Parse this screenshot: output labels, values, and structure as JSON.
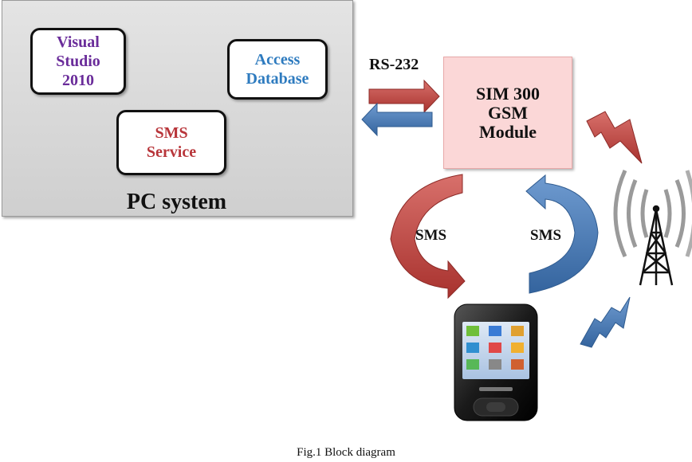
{
  "pc_system": {
    "label": "PC system",
    "visual_studio": "Visual\nStudio\n2010",
    "access_database": "Access\nDatabase",
    "sms_service": "SMS\nService"
  },
  "link": {
    "label": "RS-232"
  },
  "gsm_module": {
    "label": "SIM 300\nGSM\nModule"
  },
  "sms_flows": {
    "left_label": "SMS",
    "right_label": "SMS"
  },
  "caption": "Fig.1 Block diagram",
  "colors": {
    "red_arrow": "#c0504d",
    "blue_arrow": "#4f81bd",
    "gsm_fill": "#fbd7d7",
    "visual_studio_text": "#6a2c9a",
    "access_text": "#2e7bbf",
    "sms_service_text": "#b8353a"
  },
  "icons": [
    "tower-icon",
    "lightning-icon",
    "mobile-phone-icon"
  ]
}
